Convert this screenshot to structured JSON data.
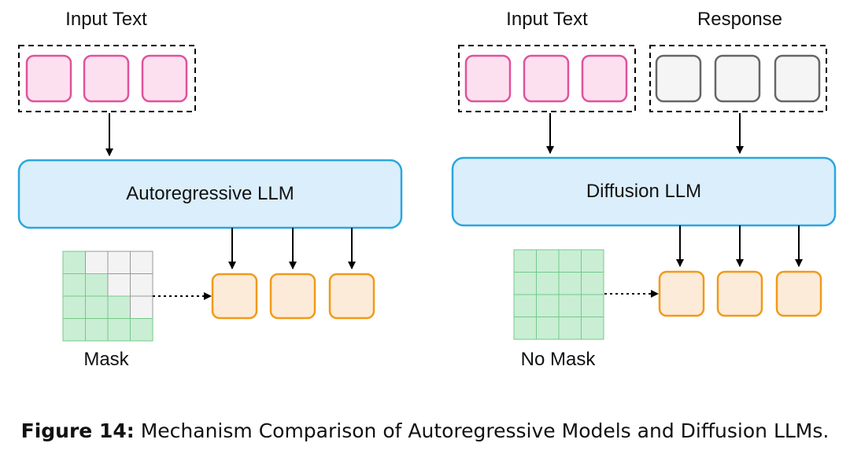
{
  "left": {
    "input_label": "Input Text",
    "model_label": "Autoregressive LLM",
    "mask_label": "Mask"
  },
  "right": {
    "input_label": "Input Text",
    "response_label": "Response",
    "model_label": "Diffusion LLM",
    "mask_label": "No Mask"
  },
  "caption": {
    "label": "Figure 14:",
    "text": "Mechanism Comparison of Autoregressive Models and Diffusion LLMs."
  },
  "colors": {
    "input_token_fill": "#fde0ef",
    "input_token_stroke": "#e0529c",
    "response_token_fill": "#f5f5f5",
    "response_token_stroke": "#666666",
    "output_token_fill": "#fdebd9",
    "output_token_stroke": "#f09a1a",
    "model_fill": "#dbeefb",
    "model_stroke": "#2ba6de",
    "mask_visible_fill": "#c9eed4",
    "mask_visible_stroke": "#75c98a",
    "mask_hidden_fill": "#f3f3f3",
    "mask_hidden_stroke": "#999999"
  },
  "left_mask_matrix": [
    [
      1,
      0,
      0,
      0
    ],
    [
      1,
      1,
      0,
      0
    ],
    [
      1,
      1,
      1,
      0
    ],
    [
      1,
      1,
      1,
      1
    ]
  ],
  "right_mask_matrix": [
    [
      1,
      1,
      1,
      1
    ],
    [
      1,
      1,
      1,
      1
    ],
    [
      1,
      1,
      1,
      1
    ],
    [
      1,
      1,
      1,
      1
    ]
  ]
}
